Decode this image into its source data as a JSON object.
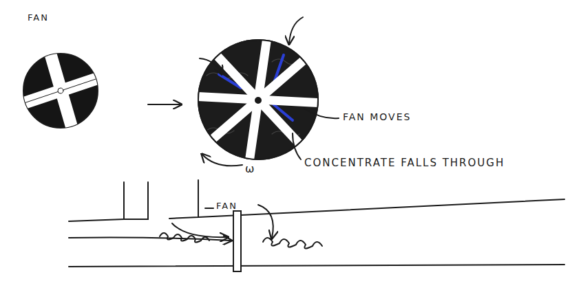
{
  "diagram": {
    "title": "FAN",
    "labels": [
      "FAN MOVES",
      "ω",
      "CONCENTRATE FALLS THROUGH",
      "FAN"
    ]
  }
}
